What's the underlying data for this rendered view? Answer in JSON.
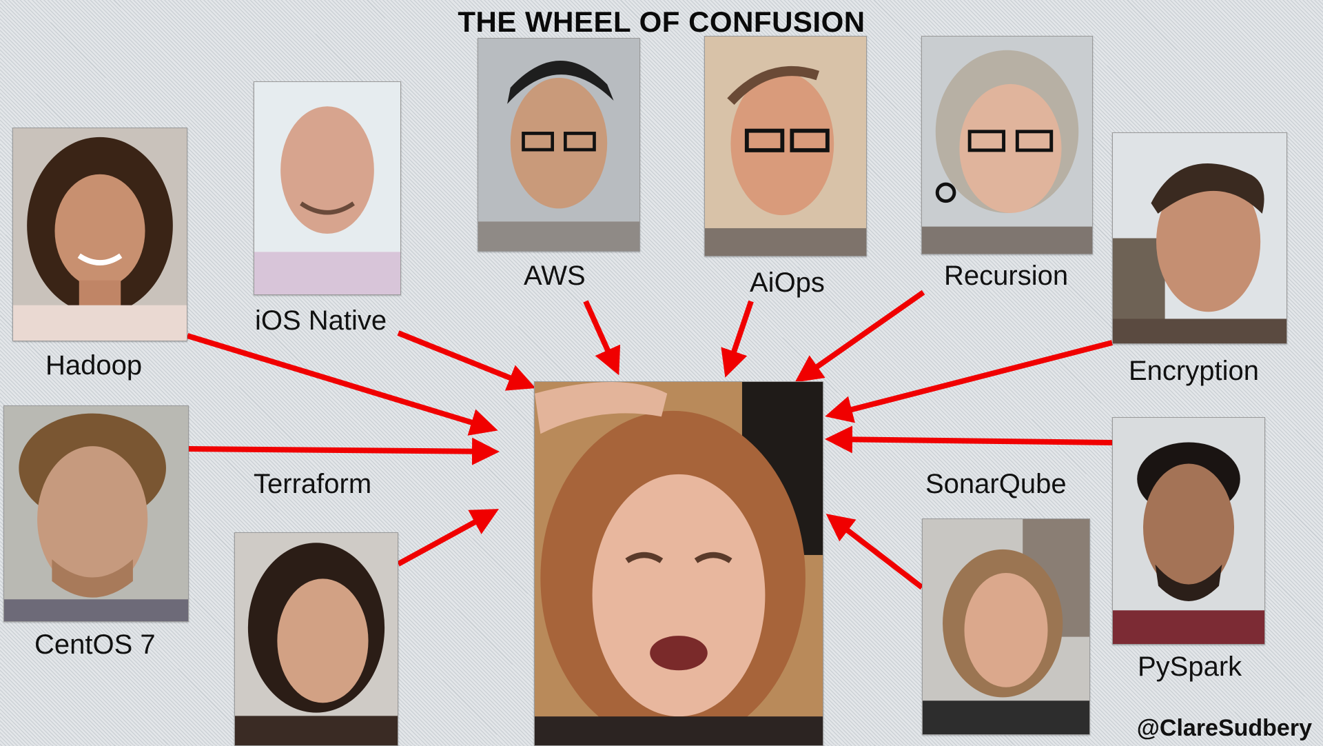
{
  "title": "THE WHEEL OF CONFUSION",
  "handle": "@ClareSudbery",
  "arrow_color": "#f00000",
  "people": [
    {
      "label": "Hadoop"
    },
    {
      "label": "iOS Native"
    },
    {
      "label": "AWS"
    },
    {
      "label": "AiOps"
    },
    {
      "label": "Recursion"
    },
    {
      "label": "Encryption"
    },
    {
      "label": "CentOS 7"
    },
    {
      "label": "Terraform"
    },
    {
      "label": "SonarQube"
    },
    {
      "label": "PySpark"
    }
  ]
}
